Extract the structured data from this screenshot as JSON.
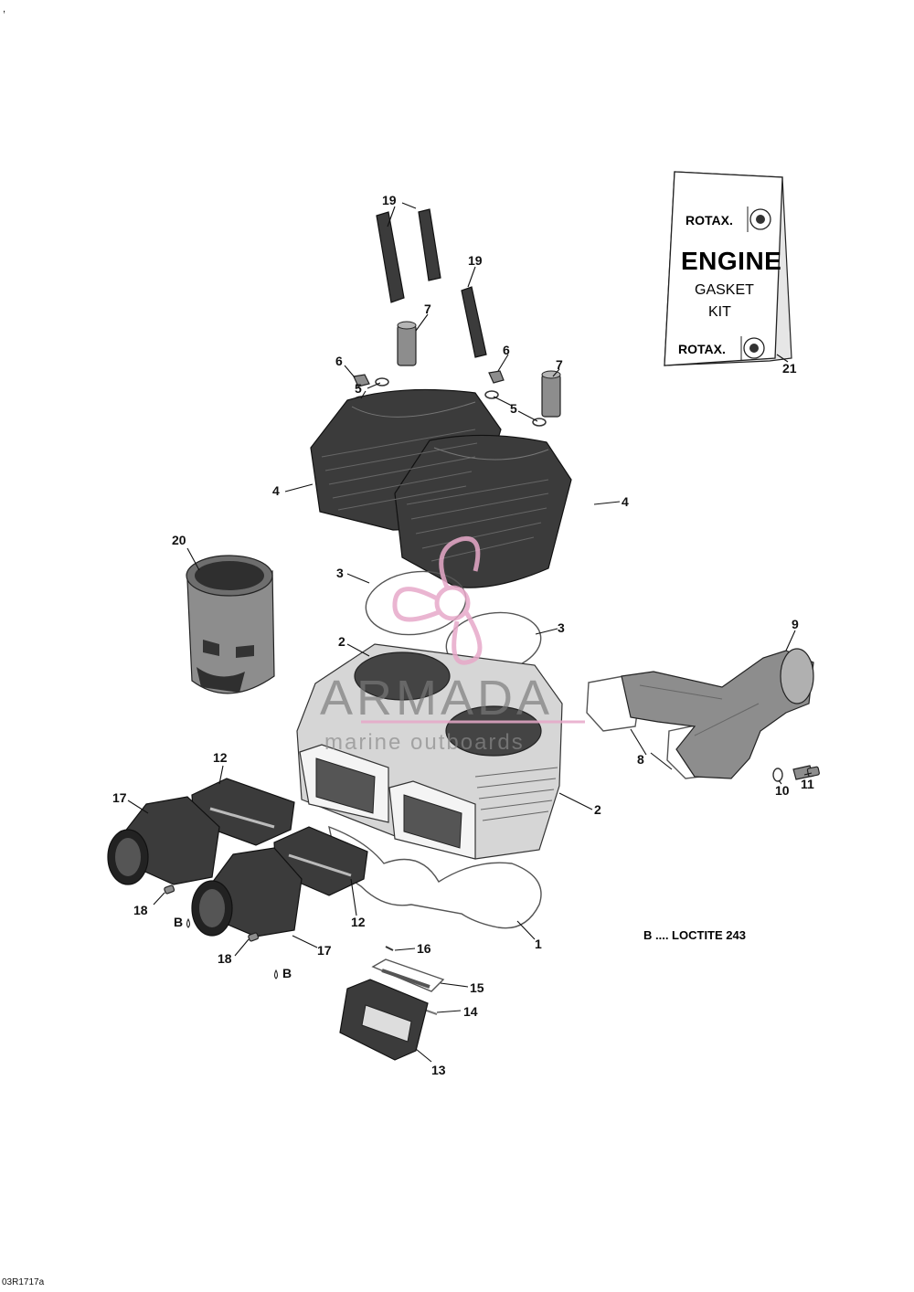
{
  "corner_mark": ",",
  "figure_code": "03R1717a",
  "kit_card": {
    "brand_top": "ROTAX.",
    "title": "ENGINE",
    "line1": "GASKET",
    "line2": "KIT",
    "brand_bottom": "ROTAX."
  },
  "watermark": {
    "name": "ARMADA",
    "tagline": "marine outboards"
  },
  "note": "B .... LOCTITE 243",
  "adhesive_markers": [
    "B",
    "B"
  ],
  "callouts": [
    "19",
    "19",
    "7",
    "7",
    "6",
    "6",
    "5",
    "5",
    "4",
    "4",
    "3",
    "3",
    "2",
    "2",
    "1",
    "20",
    "21",
    "9",
    "8",
    "10",
    "11",
    "12",
    "12",
    "17",
    "17",
    "18",
    "18",
    "16",
    "15",
    "14",
    "13"
  ],
  "colors": {
    "brand": "#e7a9c9",
    "ink": "#111111"
  }
}
